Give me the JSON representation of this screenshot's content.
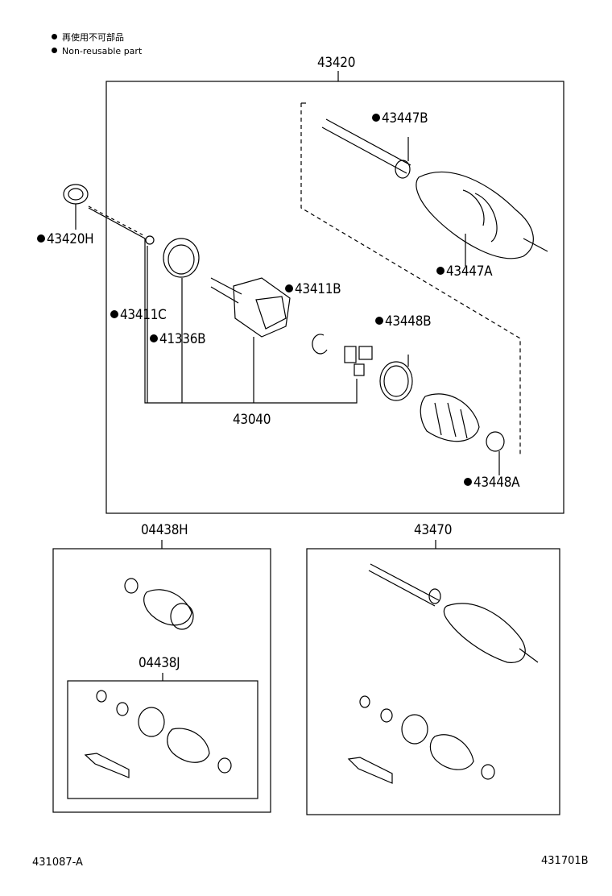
{
  "legend": {
    "line_jp": "再使用不可部品",
    "line_en": "Non-reusable part"
  },
  "parts": {
    "p43420": "43420",
    "p43447B": "43447B",
    "p43420H": "43420H",
    "p43447A": "43447A",
    "p43411B": "43411B",
    "p43411C": "43411C",
    "p41336B": "41336B",
    "p43448B": "43448B",
    "p43040": "43040",
    "p43448A": "43448A",
    "p04438H": "04438H",
    "p43470": "43470",
    "p04438J": "04438J"
  },
  "footer": {
    "left_code": "431087-A",
    "right_code": "431701B"
  }
}
